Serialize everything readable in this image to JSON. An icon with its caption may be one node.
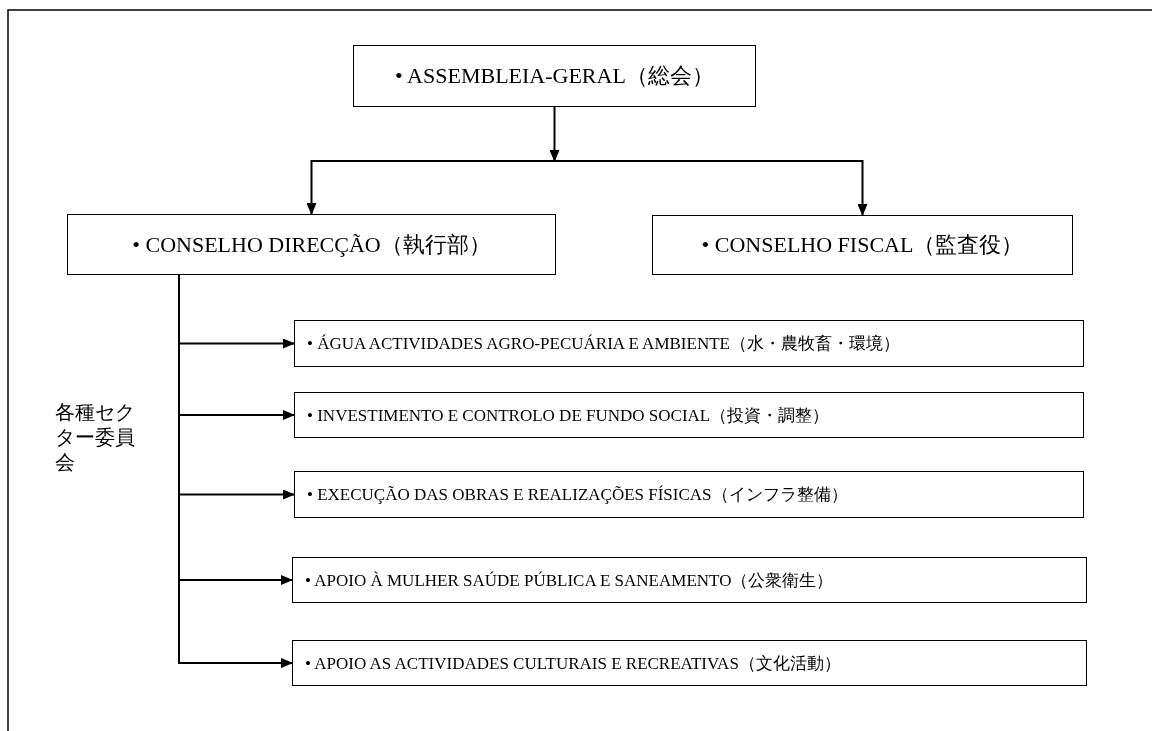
{
  "diagram": {
    "nodes": [
      {
        "text": [
          "• ASSEMBLEIA-GERAL（総会）"
        ]
      },
      {
        "text": [
          "• CONSELHO DIRECÇÃO（執行部）"
        ]
      },
      {
        "text": [
          "• CONSELHO FISCAL（監査役）"
        ]
      },
      {
        "text": [
          "• ÁGUA ACTIVIDADES AGRO-PECUÁRIA E AMBIENTE（水・農牧畜・環境）"
        ]
      },
      {
        "text": [
          "• INVESTIMENTO E CONTROLO DE FUNDO SOCIAL（投資・調整）"
        ]
      },
      {
        "text": [
          "• EXECUÇÃO DAS OBRAS E REALIZAÇÕES FÍSICAS（インフラ整備）"
        ]
      },
      {
        "text": [
          "• APOIO À MULHER SAÚDE PÚBLICA E SANEAMENTO（公衆衛生）"
        ]
      },
      {
        "text": [
          "• APOIO AS ACTIVIDADES CULTURAIS E RECREATIVAS（文化活動）"
        ]
      }
    ],
    "edges": [
      {
        "from": 0,
        "to": 1,
        "arrow": "to"
      },
      {
        "from": 0,
        "to": 2,
        "arrow": "to"
      },
      {
        "from": 1,
        "to": 3,
        "arrow": "to"
      },
      {
        "from": 1,
        "to": 4,
        "arrow": "to"
      },
      {
        "from": 1,
        "to": 5,
        "arrow": "to"
      },
      {
        "from": 1,
        "to": 6,
        "arrow": "to"
      },
      {
        "from": 1,
        "to": 7,
        "arrow": "to"
      }
    ],
    "labels": [
      "各種セクター委員会"
    ]
  }
}
